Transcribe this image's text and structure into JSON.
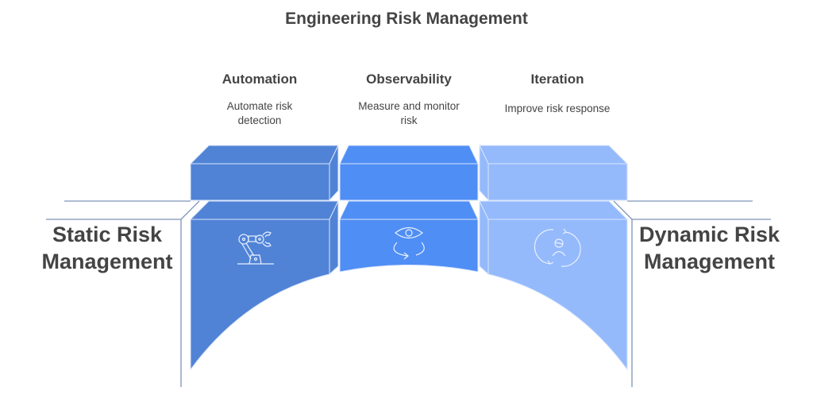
{
  "title": "Engineering Risk Management",
  "left_label": "Static Risk Management",
  "right_label": "Dynamic Risk Management",
  "columns": [
    {
      "heading": "Automation",
      "description": "Automate risk detection",
      "icon": "robot-arm-icon",
      "color": "#5083d6"
    },
    {
      "heading": "Observability",
      "description": "Measure and monitor risk",
      "icon": "eye-cycle-icon",
      "color": "#4f8ef5"
    },
    {
      "heading": "Iteration",
      "description": "Improve risk response",
      "icon": "person-cycle-icon",
      "color": "#94bafc"
    }
  ],
  "line_color": "#7d93b8"
}
